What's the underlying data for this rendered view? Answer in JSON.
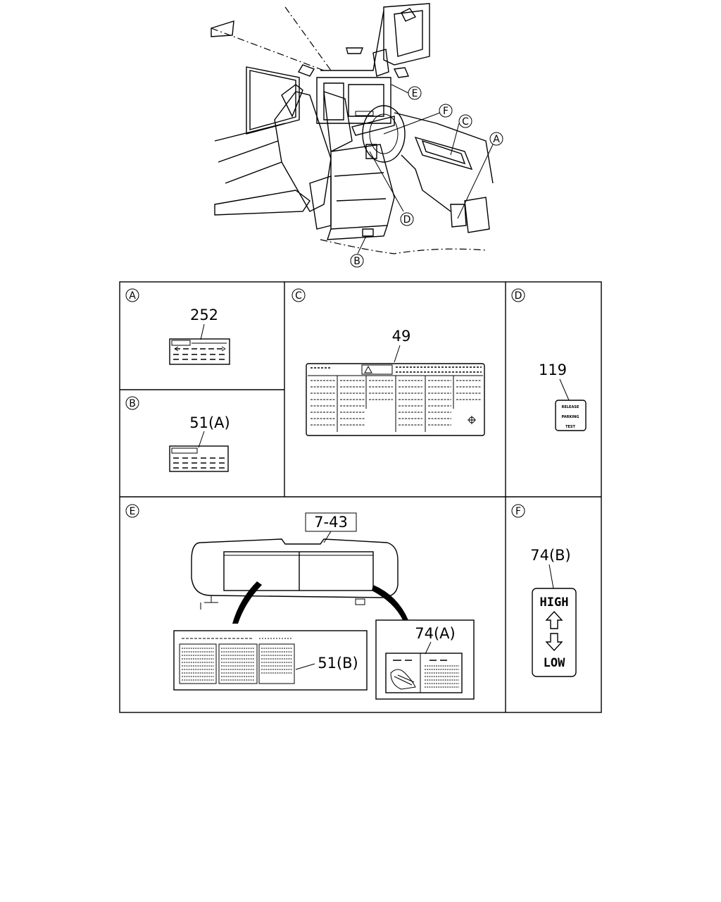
{
  "overview": {
    "callouts": [
      "E",
      "F",
      "C",
      "A",
      "D",
      "B"
    ]
  },
  "panels": [
    {
      "id": "A",
      "part_number": "252"
    },
    {
      "id": "B",
      "part_number": "51(A)"
    },
    {
      "id": "C",
      "part_number": "49"
    },
    {
      "id": "D",
      "part_number": "119",
      "label_lines": [
        "RELEASE",
        "PARKING",
        "TEST"
      ]
    },
    {
      "id": "E",
      "part_number": "7-43",
      "sub_parts": [
        "51(B)",
        "74(A)"
      ]
    },
    {
      "id": "F",
      "part_number": "74(B)",
      "label_top": "HIGH",
      "label_bottom": "LOW"
    }
  ]
}
